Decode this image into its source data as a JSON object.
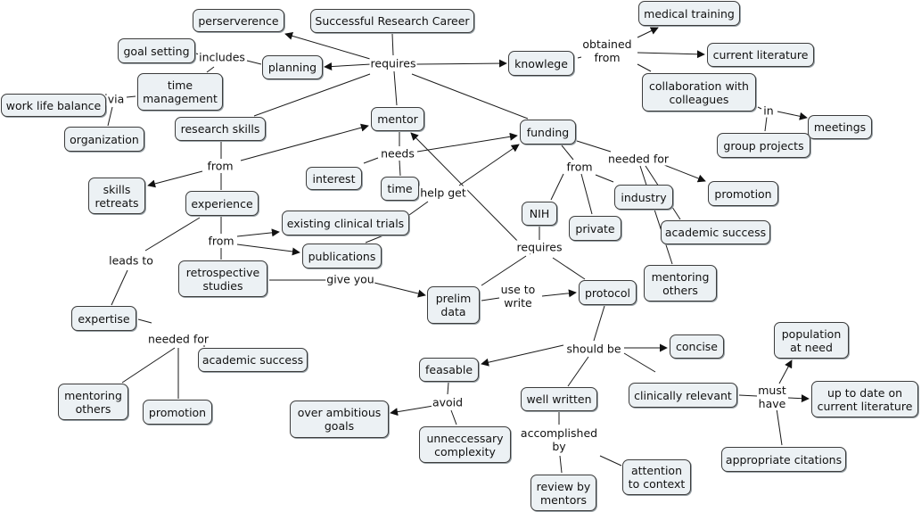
{
  "title": "Successful Research Career",
  "nodes": {
    "root": "Successful Research Career",
    "perserverence": "perserverence",
    "planning": "planning",
    "goal_setting": "goal setting",
    "time_management": "time\nmanagement",
    "work_life_balance": "work life balance",
    "organization": "organization",
    "research_skills": "research skills",
    "mentor": "mentor",
    "knowlege": "knowlege",
    "medical_training": "medical training",
    "current_literature": "current literature",
    "collaboration": "collaboration with\ncolleagues",
    "meetings": "meetings",
    "group_projects": "group projects",
    "funding": "funding",
    "interest": "interest",
    "time": "time",
    "skills_retreats": "skills\nretreats",
    "experience": "experience",
    "existing_trials": "existing clinical trials",
    "publications": "publications",
    "retrospective": "retrospective\nstudies",
    "expertise": "expertise",
    "academic_success_left": "academic success",
    "mentoring_others_left": "mentoring\nothers",
    "promotion_left": "promotion",
    "nih": "NIH",
    "private": "private",
    "industry": "industry",
    "promotion_right": "promotion",
    "academic_success_right": "academic success",
    "mentoring_others_right": "mentoring\nothers",
    "prelim_data": "prelim\ndata",
    "protocol": "protocol",
    "concise": "concise",
    "feasable": "feasable",
    "over_ambitious": "over ambitious\ngoals",
    "unneccessary": "unneccessary\ncomplexity",
    "well_written": "well written",
    "review_by_mentors": "review by\nmentors",
    "attention_context": "attention\nto context",
    "clinically_relevant": "clinically relevant",
    "population_need": "population\nat need",
    "up_to_date": "up to date on\ncurrent literature",
    "appropriate_citations": "appropriate citations"
  },
  "links": {
    "requires_main": "requires",
    "includes": "includes",
    "via": "via",
    "obtained_from": "obtained\nfrom",
    "in": "in",
    "needs": "needs",
    "from_research": "from",
    "from_experience": "from",
    "leads_to": "leads to",
    "needed_for_expertise": "needed for",
    "help_get": "help get",
    "from_funding": "from",
    "needed_for_funding": "needed for",
    "requires_nih": "requires",
    "give_you": "give you",
    "use_to_write": "use to\nwrite",
    "should_be": "should be",
    "avoid": "avoid",
    "accomplished_by": "accomplished\nby",
    "must_have": "must\nhave"
  },
  "colors": {
    "node_fill": "#ecf1f4",
    "node_border": "#3c3c3c",
    "line": "#1a1a1a"
  }
}
